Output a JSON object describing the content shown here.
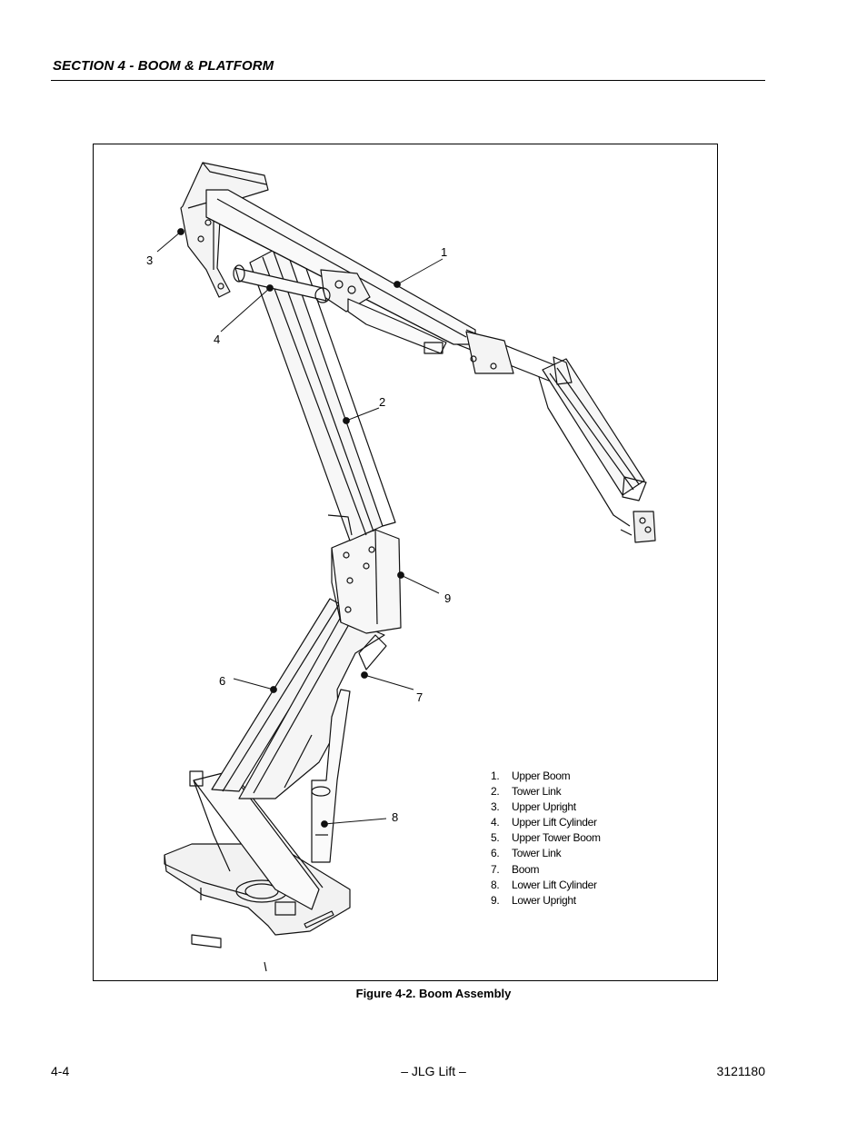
{
  "header": {
    "section_title": "SECTION 4 - BOOM & PLATFORM"
  },
  "figure": {
    "callouts": [
      "1",
      "2",
      "3",
      "4",
      "6",
      "7",
      "8",
      "9"
    ],
    "legend": [
      {
        "num": "1.",
        "label": "Upper Boom"
      },
      {
        "num": "2.",
        "label": "Tower Link"
      },
      {
        "num": "3.",
        "label": "Upper Upright"
      },
      {
        "num": "4.",
        "label": "Upper Lift Cylinder"
      },
      {
        "num": "5.",
        "label": "Upper Tower Boom"
      },
      {
        "num": "6.",
        "label": "Tower Link"
      },
      {
        "num": "7.",
        "label": "Boom"
      },
      {
        "num": "8.",
        "label": "Lower Lift Cylinder"
      },
      {
        "num": "9.",
        "label": "Lower Upright"
      }
    ],
    "caption": "Figure 4-2.  Boom Assembly"
  },
  "footer": {
    "page_number": "4-4",
    "center": "– JLG Lift –",
    "doc_number": "3121180"
  }
}
